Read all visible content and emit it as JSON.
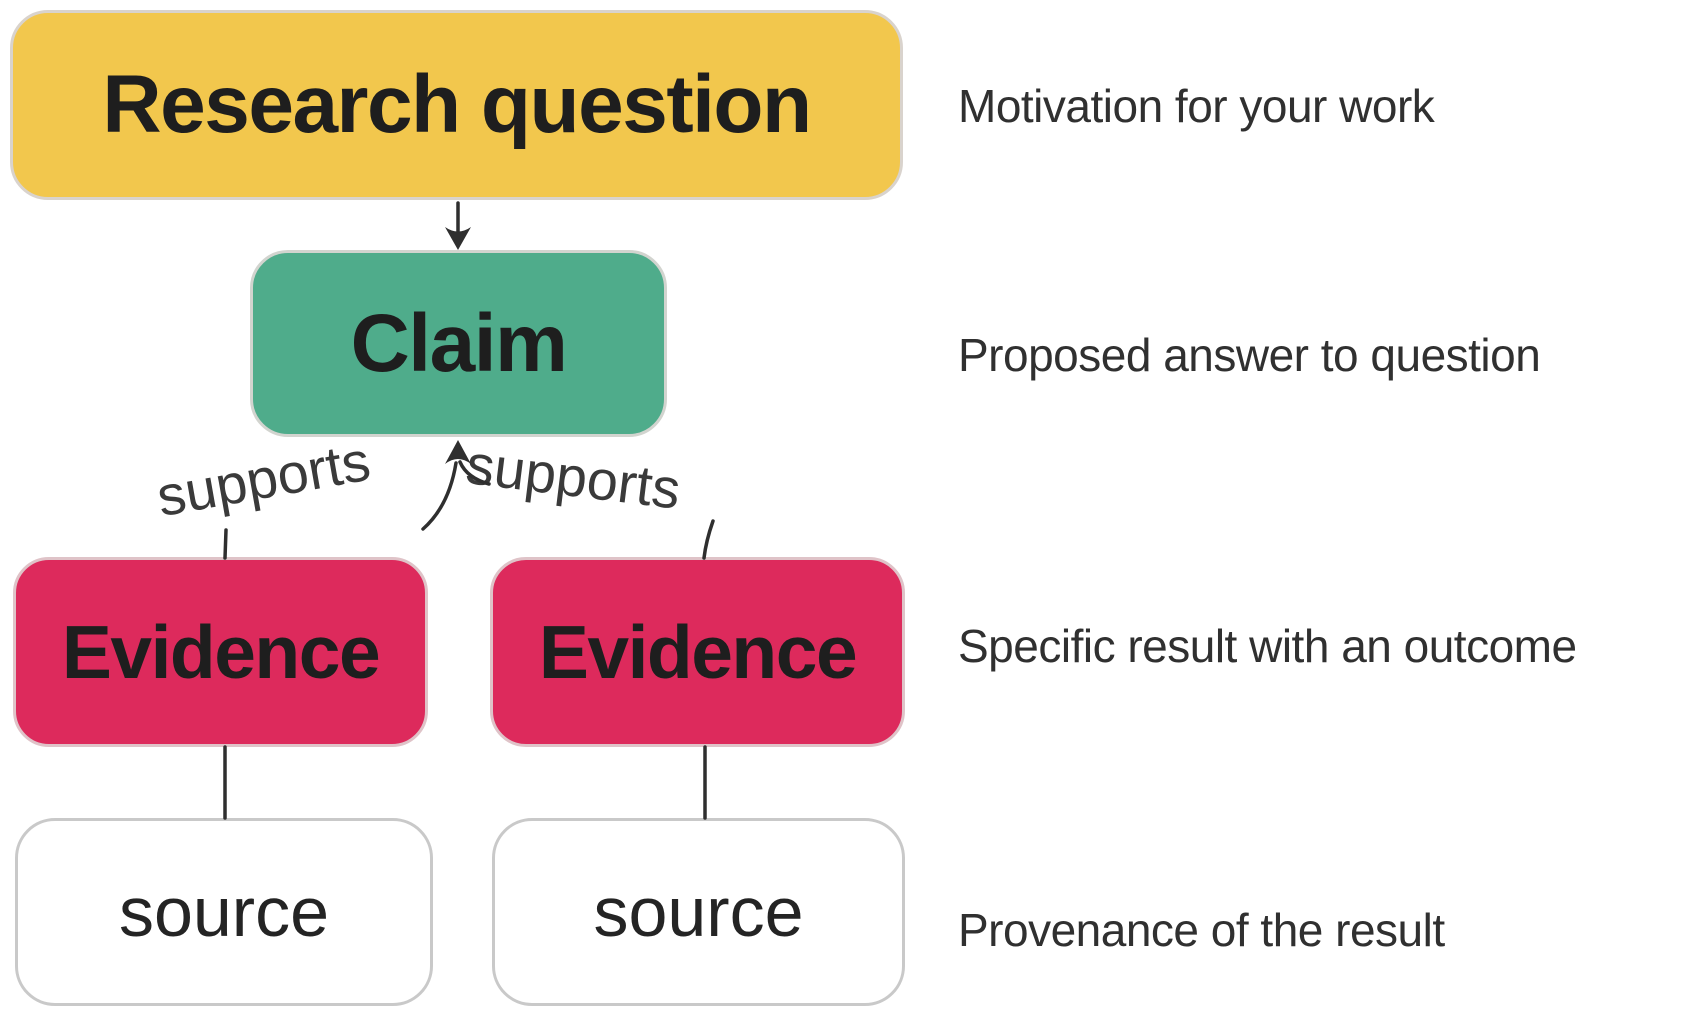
{
  "nodes": {
    "research_question": {
      "label": "Research question"
    },
    "claim": {
      "label": "Claim"
    },
    "evidence_1": {
      "label": "Evidence"
    },
    "evidence_2": {
      "label": "Evidence"
    },
    "source_1": {
      "label": "source"
    },
    "source_2": {
      "label": "source"
    }
  },
  "edges": {
    "supports_left": {
      "label": "supports"
    },
    "supports_right": {
      "label": "supports"
    }
  },
  "annotations": {
    "motivation": {
      "text": "Motivation for your work"
    },
    "claim": {
      "text": "Proposed answer to question"
    },
    "evidence": {
      "text": "Specific result with an outcome"
    },
    "source": {
      "text": "Provenance of the result"
    }
  },
  "colors": {
    "research-question-fill": "#F2C74D",
    "claim-fill": "#4FAC8B",
    "evidence-fill": "#DD2A5C",
    "source-fill": "#FFFFFF",
    "line": "#2F2F2F",
    "node-text": "#1E1E1E",
    "annotation-text": "#303030",
    "edge-label-text": "#3A3A3A"
  }
}
